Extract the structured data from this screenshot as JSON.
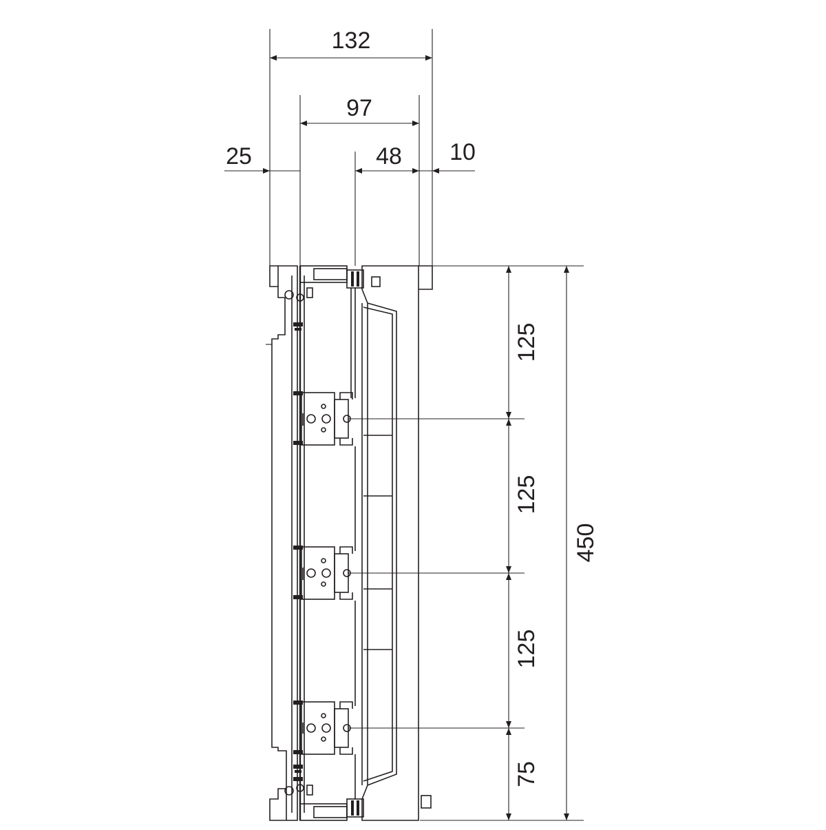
{
  "drawing": {
    "colors": {
      "line": "#231f20",
      "background": "#ffffff"
    },
    "dimensions": {
      "top_width": "132",
      "inner_width": "97",
      "offset_left": "25",
      "rail_depth": "48",
      "lid_offset": "10",
      "pitch_1": "125",
      "pitch_2": "125",
      "pitch_3": "125",
      "bottom_offset": "75",
      "total_height": "450"
    }
  }
}
